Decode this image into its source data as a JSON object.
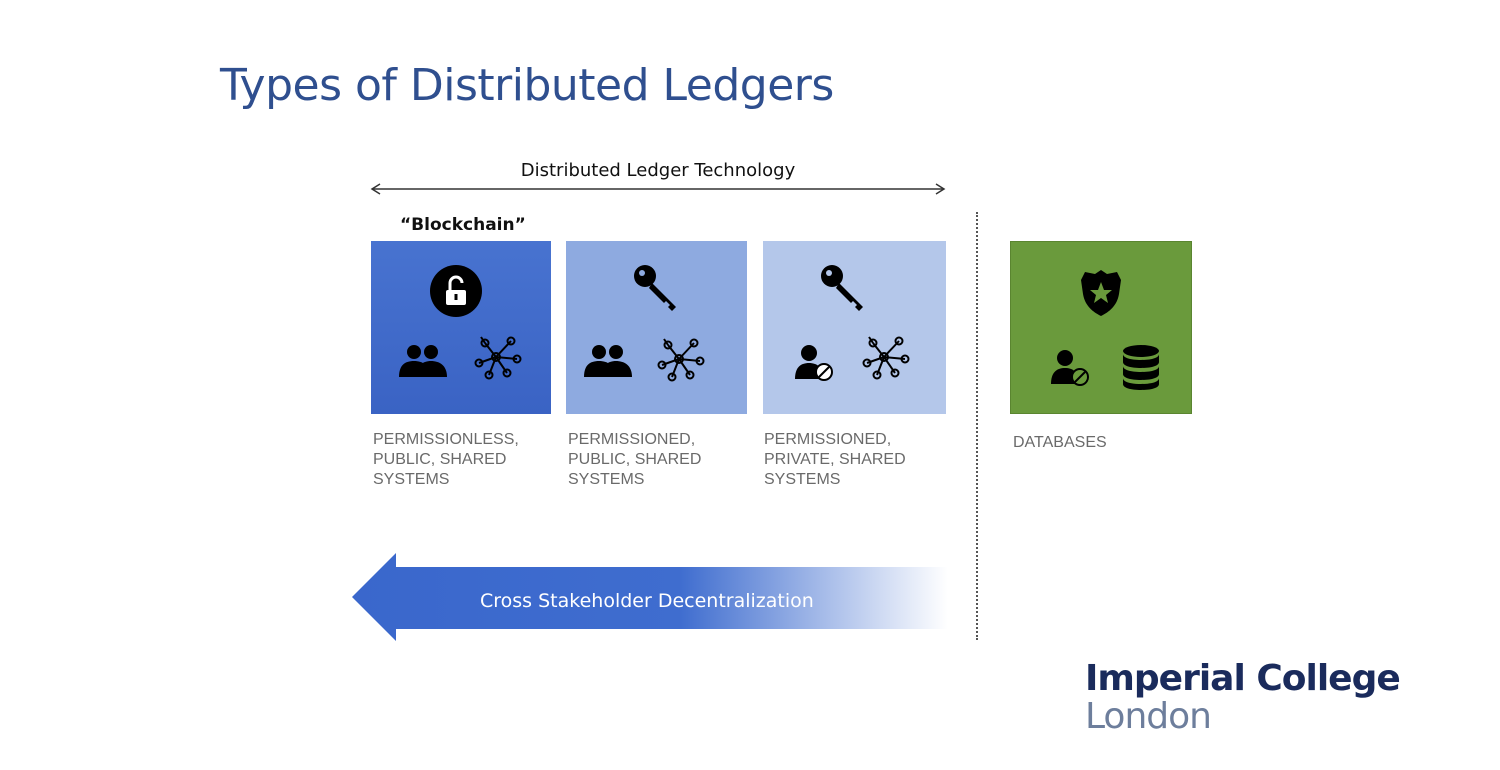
{
  "title": "Types of Distributed Ledgers",
  "dlt_label": "Distributed Ledger Technology",
  "blockchain_label": "“Blockchain”",
  "categories": [
    {
      "caption": "PERMISSIONLESS,\nPUBLIC, SHARED\nSYSTEMS",
      "icons": [
        "open-lock-icon",
        "group-users-icon",
        "network-nodes-icon"
      ],
      "color": "#4270cd"
    },
    {
      "caption": "PERMISSIONED,\nPUBLIC, SHARED\nSYSTEMS",
      "icons": [
        "key-icon",
        "group-users-icon",
        "network-nodes-icon"
      ],
      "color": "#8eaae0"
    },
    {
      "caption": "PERMISSIONED,\nPRIVATE, SHARED\nSYSTEMS",
      "icons": [
        "key-icon",
        "single-user-blocked-icon",
        "network-nodes-icon"
      ],
      "color": "#b4c7ea"
    },
    {
      "caption": "DATABASES",
      "icons": [
        "police-badge-icon",
        "single-user-blocked-icon",
        "database-icon"
      ],
      "color": "#6a9a3c"
    }
  ],
  "decentralization_label": "Cross Stakeholder Decentralization",
  "logo": {
    "line1": "Imperial College",
    "line2": "London"
  }
}
